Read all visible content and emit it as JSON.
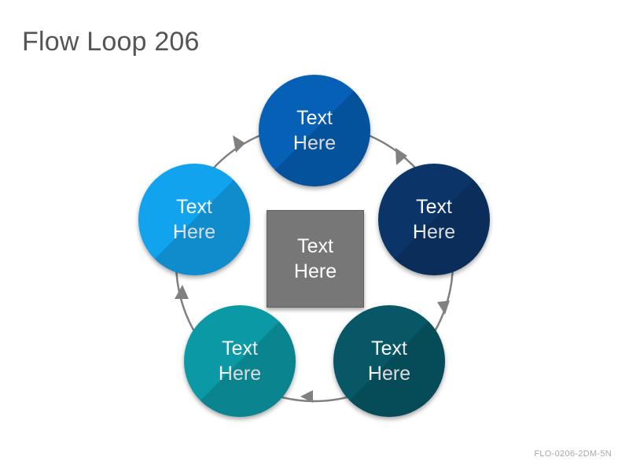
{
  "title": "Flow Loop 206",
  "footer_code": "FLO-0206-2DM-5N",
  "center": {
    "label": "Text\nHere",
    "color": "#777777"
  },
  "nodes": [
    {
      "label": "Text\nHere",
      "color": "#0660b5"
    },
    {
      "label": "Text\nHere",
      "color": "#0b3468"
    },
    {
      "label": "Text\nHere",
      "color": "#075766"
    },
    {
      "label": "Text\nHere",
      "color": "#0b9aa5"
    },
    {
      "label": "Text\nHere",
      "color": "#11a3ee"
    }
  ],
  "connector_color": "#808080",
  "flow_direction": "clockwise"
}
